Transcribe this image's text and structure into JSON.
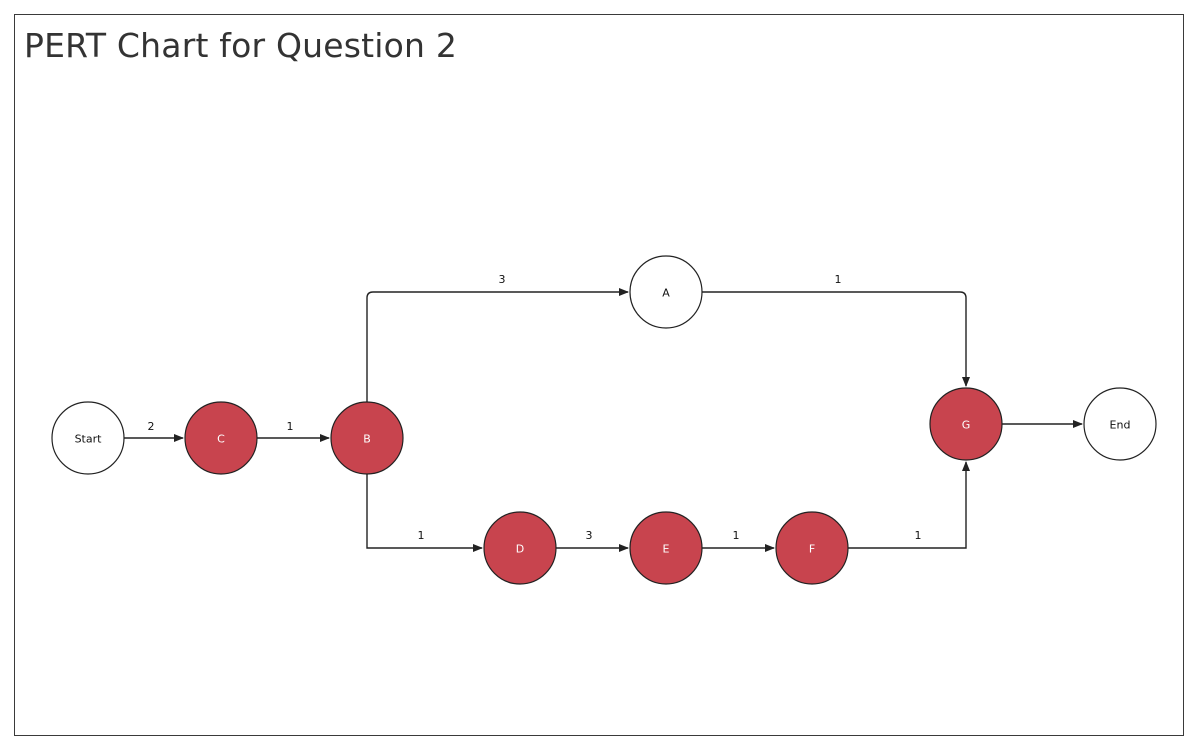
{
  "title": "PERT Chart for Question 2",
  "colors": {
    "critical_fill": "#c8444e",
    "normal_fill": "#ffffff",
    "critical_text": "#ffffff",
    "normal_text": "#111111",
    "stroke": "#222222"
  },
  "nodes": [
    {
      "id": "start",
      "label": "Start",
      "critical": false
    },
    {
      "id": "c",
      "label": "C",
      "critical": true
    },
    {
      "id": "b",
      "label": "B",
      "critical": true
    },
    {
      "id": "a",
      "label": "A",
      "critical": false
    },
    {
      "id": "d",
      "label": "D",
      "critical": true
    },
    {
      "id": "e",
      "label": "E",
      "critical": true
    },
    {
      "id": "f",
      "label": "F",
      "critical": true
    },
    {
      "id": "g",
      "label": "G",
      "critical": true
    },
    {
      "id": "end",
      "label": "End",
      "critical": false
    }
  ],
  "edges": [
    {
      "id": "start-c",
      "from": "start",
      "to": "c",
      "label": "2"
    },
    {
      "id": "c-b",
      "from": "c",
      "to": "b",
      "label": "1"
    },
    {
      "id": "b-a",
      "from": "b",
      "to": "a",
      "label": "3"
    },
    {
      "id": "a-g",
      "from": "a",
      "to": "g",
      "label": "1"
    },
    {
      "id": "b-d",
      "from": "b",
      "to": "d",
      "label": "1"
    },
    {
      "id": "d-e",
      "from": "d",
      "to": "e",
      "label": "3"
    },
    {
      "id": "e-f",
      "from": "e",
      "to": "f",
      "label": "1"
    },
    {
      "id": "f-g",
      "from": "f",
      "to": "g",
      "label": "1"
    },
    {
      "id": "g-end",
      "from": "g",
      "to": "end",
      "label": ""
    }
  ]
}
